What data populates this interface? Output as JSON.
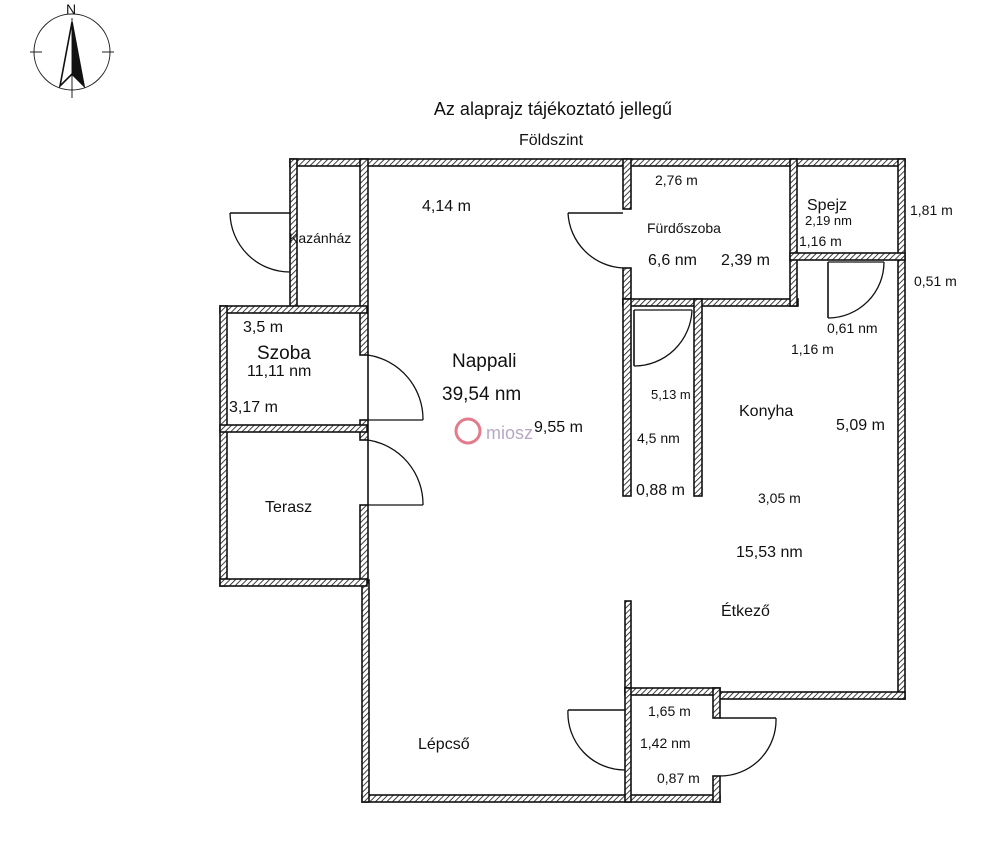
{
  "header": {
    "title": "Az alaprajz tájékoztató jellegű",
    "floor": "Földszint"
  },
  "compass": {
    "label": "N"
  },
  "watermark": {
    "text": "miosz"
  },
  "rooms": {
    "kazanhaz": {
      "name": "Kazánház"
    },
    "szoba": {
      "name": "Szoba",
      "area": "11,11 nm",
      "dim_width": "3,5 m",
      "dim_depth": "3,17 m"
    },
    "terasz": {
      "name": "Terasz"
    },
    "nappali": {
      "name": "Nappali",
      "area": "39,54 nm",
      "dim_top": "4,14 m",
      "dim_length": "9,55 m"
    },
    "furdoszoba": {
      "name": "Fürdőszoba",
      "area": "6,6 nm",
      "dim_width": "2,76 m",
      "dim_depth": "2,39 m"
    },
    "spejz": {
      "name": "Spejz",
      "area": "2,19 nm",
      "dim_width": "1,16 m",
      "dim_depth": "1,81 m"
    },
    "wc_niche": {
      "area": "0,61 nm",
      "dim_width": "1,16 m",
      "dim_depth": "0,51 m"
    },
    "corridor": {
      "area": "4,5 nm",
      "dim_length": "5,13 m",
      "dim_width": "0,88 m"
    },
    "konyha": {
      "name": "Konyha",
      "dim_length": "5,09 m",
      "dim_width": "3,05 m",
      "area": "15,53 nm"
    },
    "etkezo": {
      "name": "Étkező"
    },
    "lepcso": {
      "name": "Lépcső"
    },
    "entry": {
      "dim_width": "1,65 m",
      "area": "1,42 nm",
      "dim_depth": "0,87 m"
    }
  }
}
